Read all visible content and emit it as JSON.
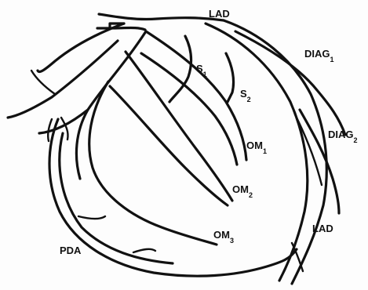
{
  "labels": {
    "lad_top": "LAD",
    "diag1": "DIAG",
    "diag1_sub": "1",
    "diag2": "DIAG",
    "diag2_sub": "2",
    "s1": "S",
    "s1_sub": "1",
    "s2": "S",
    "s2_sub": "2",
    "om1": "OM",
    "om1_sub": "1",
    "om2": "OM",
    "om2_sub": "2",
    "om3": "OM",
    "om3_sub": "3",
    "lad_bottom": "LAD",
    "pda": "PDA"
  }
}
